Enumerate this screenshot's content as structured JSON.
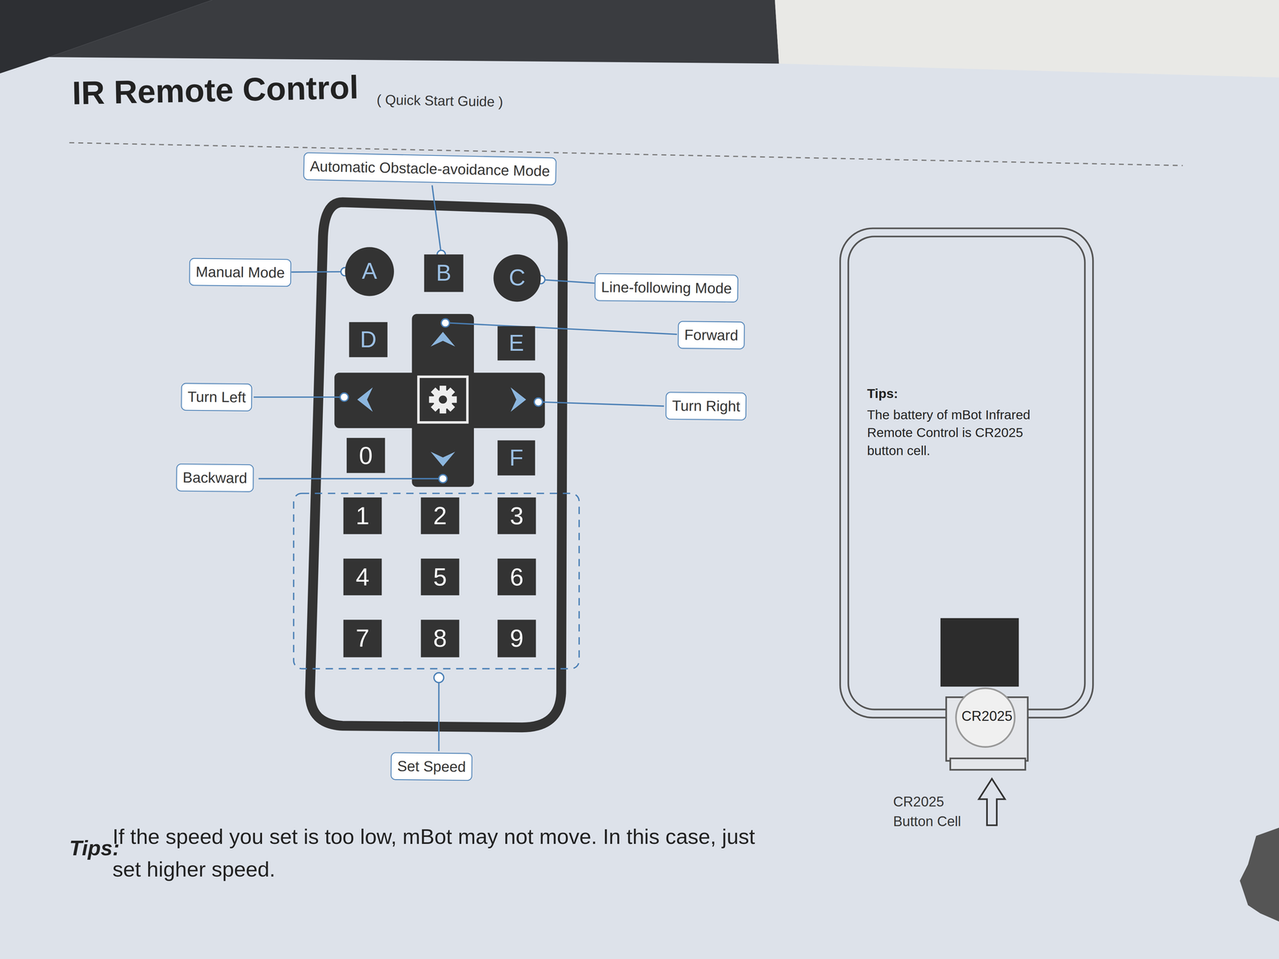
{
  "diagram": {
    "title": "IR Remote Control",
    "nodes": [
      {
        "text": [
          "Automatic Obstacle-avoidance Mode"
        ]
      },
      {
        "text": [
          "Manual Mode"
        ]
      },
      {
        "text": [
          "A"
        ]
      },
      {
        "text": [
          "B"
        ]
      },
      {
        "text": [
          "C"
        ]
      },
      {
        "text": [
          "Line-following Mode"
        ]
      },
      {
        "text": [
          "D"
        ]
      },
      {
        "text": [
          "E"
        ]
      },
      {
        "text": [
          "Forward"
        ]
      },
      {
        "text": [
          "Turn Left"
        ]
      },
      {
        "text": [
          "Turn Right"
        ]
      },
      {
        "text": [
          "0"
        ]
      },
      {
        "text": [
          "F"
        ]
      },
      {
        "text": [
          "Backward"
        ]
      },
      {
        "text": [
          "1"
        ]
      },
      {
        "text": [
          "2"
        ]
      },
      {
        "text": [
          "3"
        ]
      },
      {
        "text": [
          "4"
        ]
      },
      {
        "text": [
          "5"
        ]
      },
      {
        "text": [
          "6"
        ]
      },
      {
        "text": [
          "7"
        ]
      },
      {
        "text": [
          "8"
        ]
      },
      {
        "text": [
          "9"
        ]
      },
      {
        "text": [
          "Set Speed"
        ]
      },
      {
        "text": [
          "Tips:",
          "The battery of mBot Infrared Remote Control is CR2025 button cell."
        ]
      },
      {
        "text": [
          "CR2025"
        ]
      }
    ],
    "edges": [
      {
        "from": 0,
        "to": 3,
        "arrow": "none"
      },
      {
        "from": 1,
        "to": 2,
        "arrow": "none"
      },
      {
        "from": 5,
        "to": 4,
        "arrow": "none"
      }
    ],
    "labels": [
      "( Quick Start Guide )",
      "CR2025 Button Cell",
      "Tips:",
      "If the speed you set is too low, mBot may not move. In this case, just set higher speed."
    ]
  }
}
